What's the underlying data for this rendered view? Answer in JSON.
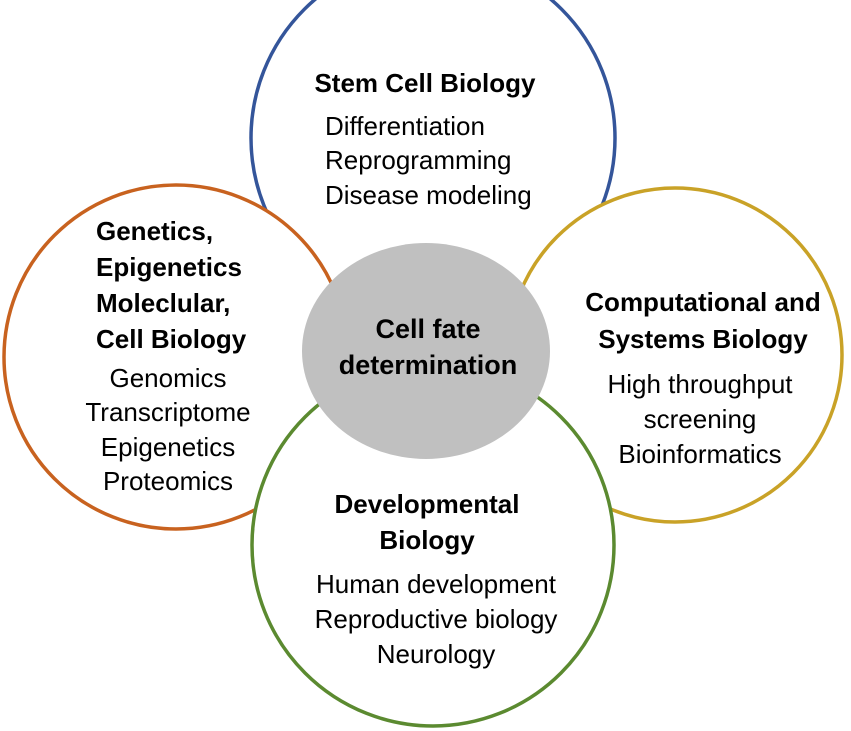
{
  "colors": {
    "stem": "#34559a",
    "genetics": "#c8621f",
    "computational": "#c9a227",
    "developmental": "#5b8a30",
    "center_fill": "#c0c0c0"
  },
  "center": {
    "lines": [
      "Cell fate",
      "determination"
    ]
  },
  "circles": {
    "stem": {
      "title_lines": [
        "Stem Cell Biology"
      ],
      "items": [
        "Differentiation",
        "Reprogramming",
        "Disease modeling"
      ]
    },
    "genetics": {
      "title_lines": [
        "Genetics,",
        "Epigenetics",
        "Moleclular,",
        "Cell Biology"
      ],
      "items": [
        "Genomics",
        "Transcriptome",
        "Epigenetics",
        "Proteomics"
      ]
    },
    "computational": {
      "title_lines": [
        "Computational and",
        "Systems Biology"
      ],
      "items": [
        "High throughput",
        "screening",
        "Bioinformatics"
      ]
    },
    "developmental": {
      "title_lines": [
        "Developmental",
        "Biology"
      ],
      "items": [
        "Human development",
        "Reproductive biology",
        "Neurology"
      ]
    }
  }
}
